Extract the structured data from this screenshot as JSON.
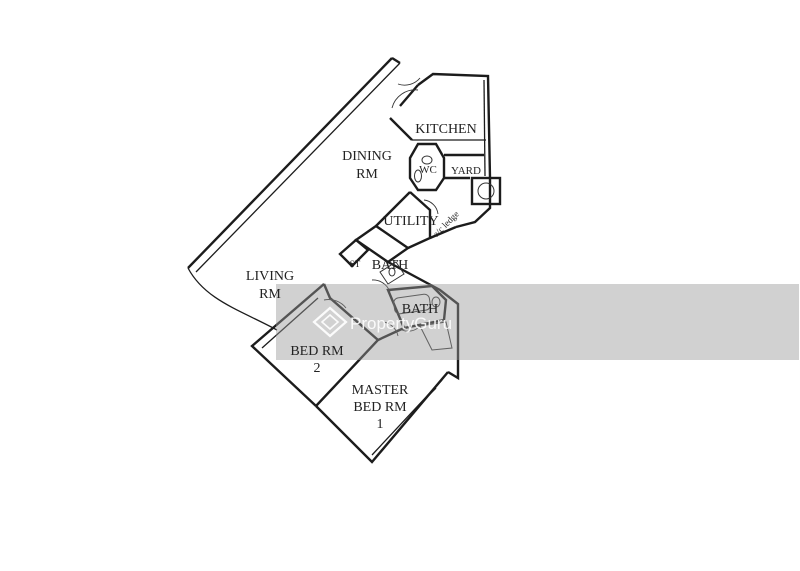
{
  "floorplan": {
    "rooms": {
      "kitchen": "KITCHEN",
      "dining_line1": "DINING",
      "dining_line2": "RM",
      "wc": "WC",
      "yard": "YARD",
      "utility": "UTILITY",
      "ac_ledge": "a/c ledge",
      "store": "ST",
      "bath_common": "BATH",
      "bath_master": "BATH",
      "living_line1": "LIVING",
      "living_line2": "RM",
      "bed2_line1": "BED RM",
      "bed2_line2": "2",
      "master_line1": "MASTER",
      "master_line2": "BED RM",
      "master_line3": "1"
    },
    "watermark": {
      "brand": "PropertyGuru"
    }
  }
}
